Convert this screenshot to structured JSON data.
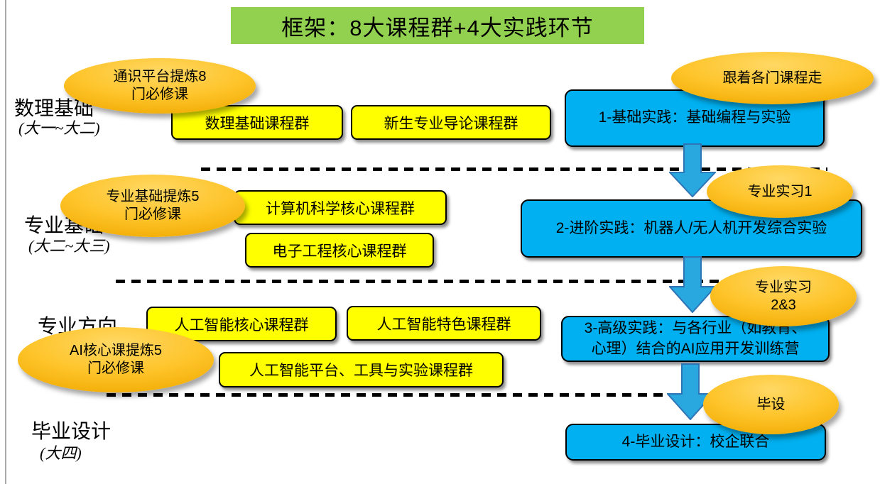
{
  "title": {
    "label": "框架：8大课程群+4大实践环节"
  },
  "colors": {
    "title_bg": "#92D050",
    "course_box": "#FFFF00",
    "practice_box": "#00B0F0",
    "arrow_fill": "#29A8E0",
    "callout_gold_light": "#FFD864",
    "callout_gold_dark": "#DE9B00",
    "dash_line": "#000000"
  },
  "stages": [
    {
      "label": "数理基础",
      "sub": "(大一~大二)"
    },
    {
      "label": "专业基础",
      "sub": "(大二~大三)"
    },
    {
      "label": "专业方向",
      "sub": ""
    },
    {
      "label": "毕业设计",
      "sub": "(大四)"
    }
  ],
  "course_groups": [
    {
      "label": "数理基础课程群"
    },
    {
      "label": "新生专业导论课程群"
    },
    {
      "label": "计算机科学核心课程群"
    },
    {
      "label": "电子工程核心课程群"
    },
    {
      "label": "人工智能核心课程群"
    },
    {
      "label": "人工智能特色课程群"
    },
    {
      "label": "人工智能平台、工具与实验课程群"
    }
  ],
  "practices": [
    {
      "label": "1-基础实践：基础编程与实验"
    },
    {
      "label": "2-进阶实践：机器人/无人机开发综合实验"
    },
    {
      "label": "3-高级实践：与各行业（如教育、心理）结合的AI应用开发训练营"
    },
    {
      "label": "4-毕业设计：校企联合"
    }
  ],
  "callouts": [
    {
      "line1": "通识平台提炼8",
      "line2": "门必修课"
    },
    {
      "line1": "专业基础提炼5",
      "line2": "门必修课"
    },
    {
      "line1": "AI核心课提炼5",
      "line2": "门必修课"
    },
    {
      "line1": "跟着各门课程走",
      "line2": ""
    },
    {
      "line1": "专业实习1",
      "line2": ""
    },
    {
      "line1": "专业实习",
      "line2": "2&3"
    },
    {
      "line1": "毕设",
      "line2": ""
    }
  ]
}
